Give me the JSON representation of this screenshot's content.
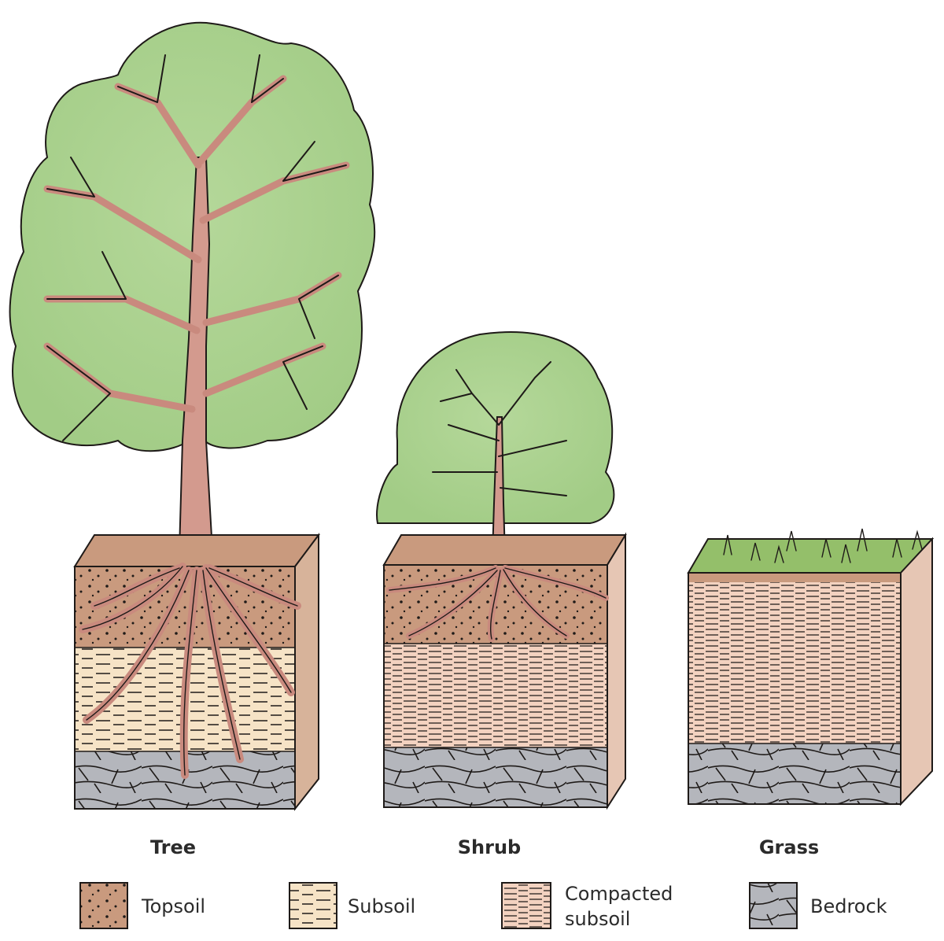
{
  "columns": [
    {
      "id": "tree",
      "label": "Tree"
    },
    {
      "id": "shrub",
      "label": "Shrub"
    },
    {
      "id": "grass",
      "label": "Grass"
    }
  ],
  "legend": [
    {
      "id": "topsoil",
      "label_lines": [
        "Topsoil"
      ]
    },
    {
      "id": "subsoil",
      "label_lines": [
        "Subsoil"
      ]
    },
    {
      "id": "compacted-subsoil",
      "label_lines": [
        "Compacted",
        "subsoil"
      ]
    },
    {
      "id": "bedrock",
      "label_lines": [
        "Bedrock"
      ]
    }
  ],
  "colors": {
    "foliage": "#a9d08e",
    "foliage_light": "#c8e2b0",
    "trunk": "#d39a8e",
    "topsoil": "#c99a7e",
    "subsoil": "#f6e3c6",
    "compacted_subsoil": "#f3d2c0",
    "bedrock": "#b4b6bc",
    "grass": "#94bf6a",
    "ink": "#1e1a18"
  }
}
